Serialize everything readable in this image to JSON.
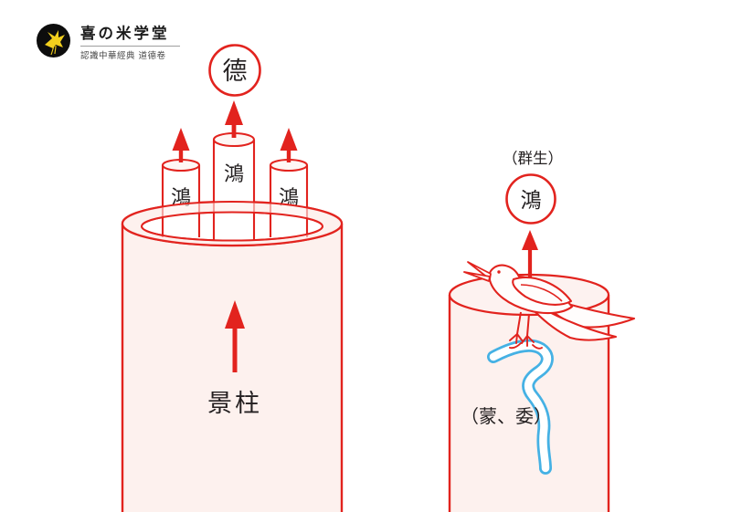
{
  "colors": {
    "line_red": "#e2231e",
    "fill_pink": "#fdf1ee",
    "worm_blue": "#45b1e4",
    "ink": "#231f20",
    "logo_yellow": "#f2cf1d"
  },
  "logo": {
    "icon": "yellow-swallow-icon",
    "title": "喜の米学堂",
    "subtitle": "認識中華經典 道德卷"
  },
  "left_figure": {
    "goal_label": "德",
    "pillars": [
      {
        "label": "鴻"
      },
      {
        "label": "鴻"
      },
      {
        "label": "鴻"
      }
    ],
    "column_label": "景柱"
  },
  "right_figure": {
    "top_caption": "（群生）",
    "circle_label": "鴻",
    "bottom_caption": "（蒙、委）",
    "bird_icon": "bird-holding-worm-icon",
    "worm_icon": "blue-worm-icon"
  }
}
